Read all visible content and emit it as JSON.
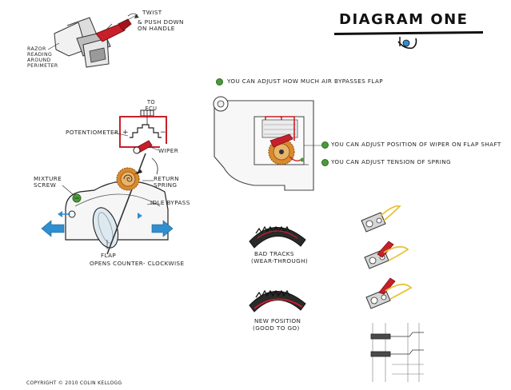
{
  "title": "DIAGRAM ONE",
  "labels": {
    "twist": "TWIST",
    "push_down": "& PUSH DOWN ON HANDLE",
    "razor_reading": "RAZOR READING AROUND PERIMETER",
    "to_ecu": "TO ECU",
    "potentiometer": "POTENTIOMETER",
    "wiper": "WIPER",
    "mixture_screw": "MIXTURE SCREW",
    "return_spring": "RETURN SPRING",
    "idle_bypass": "IDLE BYPASS",
    "flap": "FLAP",
    "opens_ccw": "OPENS COUNTER- CLOCKWISE",
    "adjust_air": "YOU CAN ADJUST HOW MUCH AIR BYPASSES FLAP",
    "adjust_wiper": "YOU CAN ADJUST POSITION OF WIPER ON FLAP SHAFT",
    "adjust_spring": "YOU CAN ADJUST TENSION OF SPRING",
    "bad_tracks": "BAD TRACKS",
    "wear_through": "(WEAR-THROUGH)",
    "new_position": "NEW POSITION",
    "good_to_go": "(GOOD TO GO)",
    "copyright": "COPYRIGHT © 2010 COLIN KELLOGG"
  },
  "colors": {
    "ink": "#1a1a1a",
    "red": "#c8202a",
    "green": "#4b9a3a",
    "blue": "#2f8fd0",
    "gear": "#d98a2b",
    "yellow": "#e6c33a",
    "gray": "#8c8c8c"
  }
}
